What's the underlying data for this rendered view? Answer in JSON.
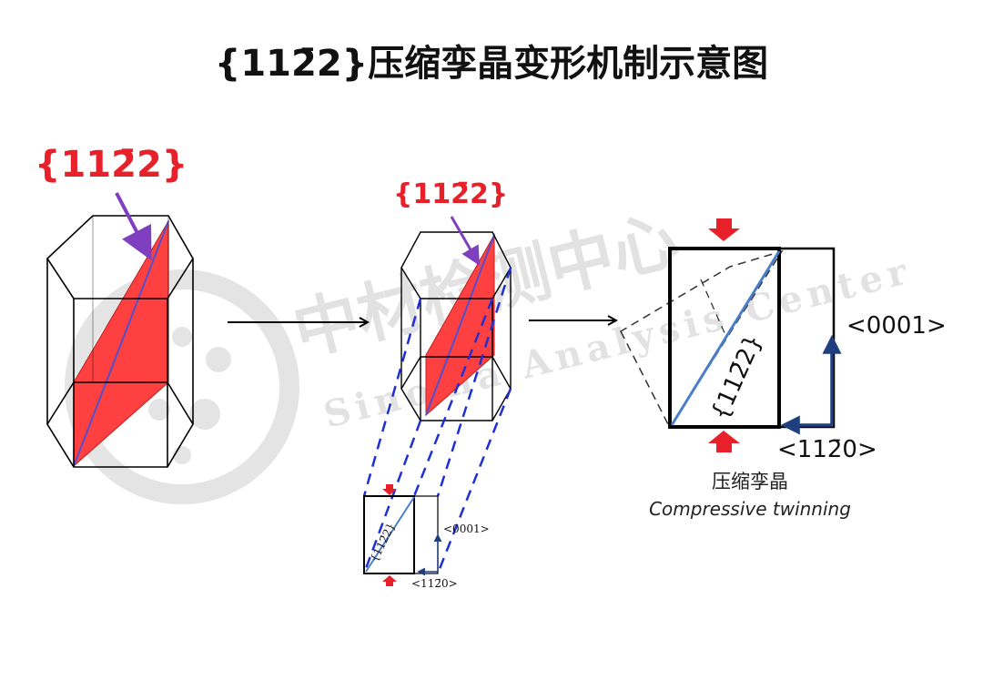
{
  "title": "{112̄2}压缩孪晶变形机制示意图",
  "plane_label": "{112̄2}",
  "direction_c": "<0001>",
  "direction_a": "<112̄0>",
  "caption_cn": "压缩孪晶",
  "caption_en": "Compressive twinning",
  "watermark": {
    "cn": "中材检测中心",
    "en": "Sinoma Analysis Center"
  },
  "colors": {
    "twin_plane_fill": "#ff4040",
    "label_red": "#e8202a",
    "arrow_purple": "#7f3fbf",
    "dashed_blue": "#1f2fd6",
    "plane_trace_blue": "#4a7fc8",
    "axis_dark_blue": "#1f3f7f",
    "compression_arrow_red": "#e8202a"
  }
}
